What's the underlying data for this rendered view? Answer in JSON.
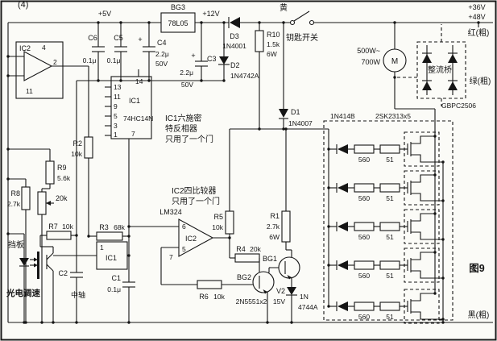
{
  "page": {
    "corner_mark": "(4)",
    "figure": "图9"
  },
  "power": {
    "v5": "+5V",
    "v12": "+12V",
    "v36": "+36V",
    "v48": "+48V"
  },
  "regulator": {
    "name": "BG3",
    "part": "78L05"
  },
  "keyswitch": {
    "wire": "黄",
    "label": "钥匙开关"
  },
  "motor": {
    "m": "M",
    "w1": "500W~",
    "w2": "700W"
  },
  "bridge": {
    "name": "整流桥",
    "part": "GBPC2506"
  },
  "mains": {
    "red": "红(粗)",
    "green": "绿(粗)",
    "black": "黑(粗)"
  },
  "caps": {
    "c6": {
      "name": "C6",
      "val": "0.1μ"
    },
    "c5": {
      "name": "C5",
      "val": "0.1μ"
    },
    "c4": {
      "name": "C4",
      "val": "2.2μ",
      "volt": "50V",
      "plus": "+"
    },
    "c3": {
      "name": "C3",
      "val": "2.2μ",
      "volt": "50V",
      "plus": "+"
    },
    "c2": {
      "name": "C2",
      "note": "中轴"
    },
    "c1": {
      "name": "C1",
      "val": "0.1μ"
    }
  },
  "diodes": {
    "d3": {
      "name": "D3",
      "part": "1N4001"
    },
    "d2": {
      "name": "D2",
      "part": "1N4742A"
    },
    "d1": {
      "name": "D1",
      "part": "1N4007"
    },
    "v2": {
      "name": "V2",
      "val": "15V",
      "part1": "1N",
      "part2": "4744A"
    }
  },
  "resistors": {
    "r10": {
      "name": "R10",
      "val": "1.5k",
      "watt": "6W"
    },
    "r9": {
      "name": "R9",
      "val": "5.6k"
    },
    "r8": {
      "name": "R8",
      "val": "2.7k"
    },
    "pot": {
      "val": "20k"
    },
    "r7": {
      "name": "R7",
      "val": "10k"
    },
    "r2": {
      "name": "R2",
      "val": "10k"
    },
    "r3": {
      "name": "R3",
      "val": "68k"
    },
    "r5": {
      "name": "R5",
      "val": "10k"
    },
    "r1": {
      "name": "R1",
      "val": "2.7k",
      "watt": "6W"
    },
    "r4": {
      "name": "R4",
      "val": "20k"
    },
    "r6": {
      "name": "R6",
      "val": "10k"
    }
  },
  "ic1": {
    "name": "IC1",
    "part": "74HC14N",
    "p13": "13",
    "p14": "14",
    "p11": "11",
    "p9": "9",
    "p5": "5",
    "p3": "3",
    "p1": "1",
    "p7": "7",
    "note1": "IC1六施密",
    "note2": "特反相器",
    "note3": "只用了一个门"
  },
  "ic1b": {
    "name": "IC1",
    "p1": "1"
  },
  "ic2a": {
    "name": "IC2",
    "p2": "2",
    "p4": "4",
    "p11": "11"
  },
  "ic2b": {
    "name": "IC2",
    "part": "LM324",
    "p6": "6",
    "p5": "5",
    "p7": "7",
    "note1": "IC2四比较器",
    "note2": "只用了一个门"
  },
  "transistors": {
    "bg1": "BG1",
    "bg2": "BG2",
    "bg2_part": "2N5551x2"
  },
  "fets": {
    "diode": "1N414B",
    "part": "2SK2313x5",
    "rg": "560",
    "rs": "51"
  },
  "sensor": {
    "baffle": "挡板",
    "label": "光电调速"
  }
}
